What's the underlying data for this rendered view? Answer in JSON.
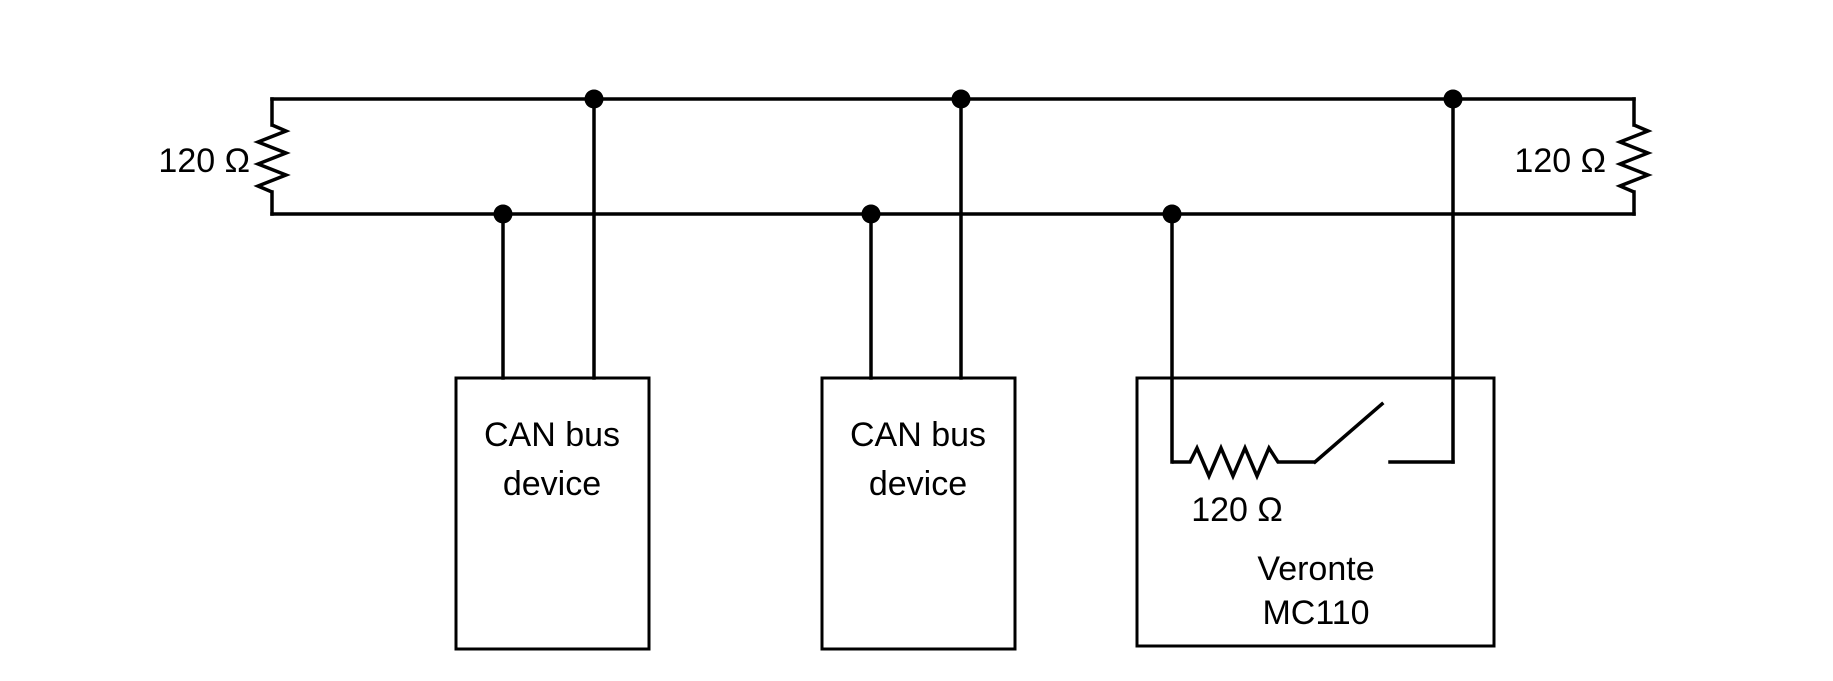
{
  "diagram": {
    "bus": {
      "left_terminator_label": "120 Ω",
      "right_terminator_label": "120 Ω"
    },
    "devices": [
      {
        "line1": "CAN bus",
        "line2": "device"
      },
      {
        "line1": "CAN bus",
        "line2": "device"
      }
    ],
    "veronte": {
      "resistor_label": "120 Ω",
      "line1": "Veronte",
      "line2": "MC110"
    }
  }
}
